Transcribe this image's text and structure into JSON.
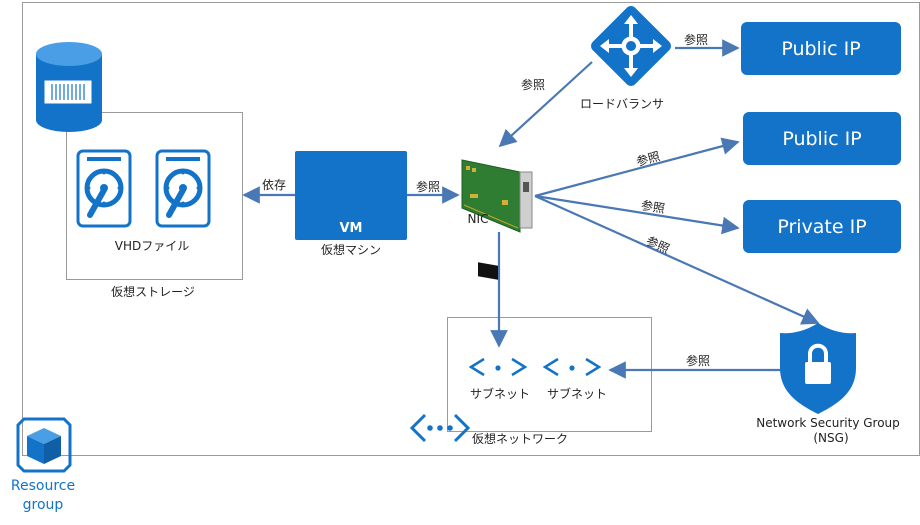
{
  "resource_group": {
    "line1": "Resource",
    "line2": "group"
  },
  "storage": {
    "label": "仮想ストレージ",
    "vhd_label": "VHDファイル"
  },
  "vm": {
    "text": "VM",
    "label": "仮想マシン"
  },
  "nic": {
    "label": "NIC"
  },
  "load_balancer": {
    "label": "ロードバランサ"
  },
  "ips": {
    "public1": "Public IP",
    "public2": "Public IP",
    "private": "Private IP"
  },
  "vnet": {
    "label": "仮想ネットワーク",
    "subnet1": "サブネット",
    "subnet2": "サブネット"
  },
  "nsg": {
    "line1": "Network Security Group",
    "line2": "(NSG)"
  },
  "edges": {
    "depends": "依存",
    "ref_vm_nic": "参照",
    "ref_nic_lb": "参照",
    "ref_lb_pip": "参照",
    "ref_nic_pip": "参照",
    "ref_nic_priv": "参照",
    "ref_nic_nsg": "参照",
    "ref_nsg_subnet": "参照"
  },
  "colors": {
    "azure_blue": "#1373c9",
    "arrow": "#4a78b5",
    "frame": "#9a9a9a"
  }
}
